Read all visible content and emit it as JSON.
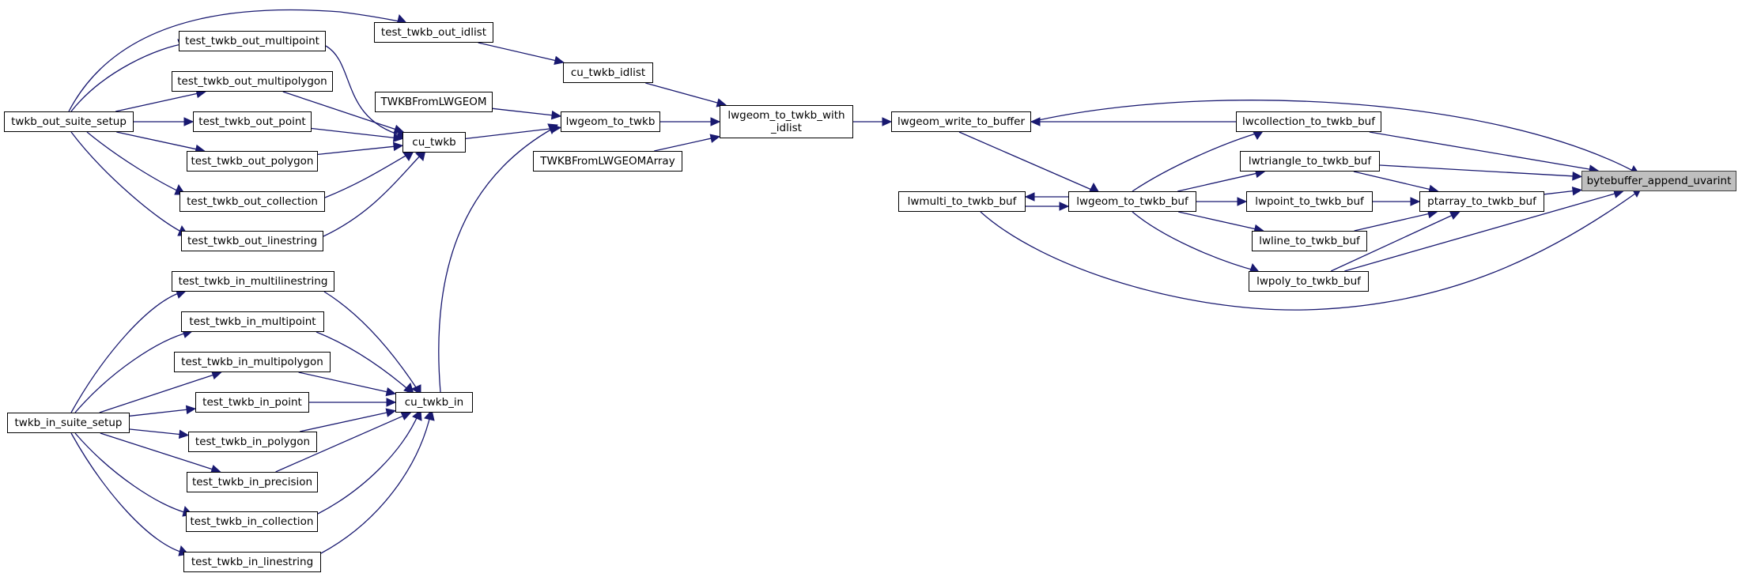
{
  "graph": {
    "edge_color": "#191970",
    "highlight_fill": "#bfbfbf",
    "nodes": [
      {
        "id": "bytebuffer_append_uvarint",
        "label": "bytebuffer_append_uvarint",
        "highlight": true
      },
      {
        "id": "lwcollection_to_twkb_buf",
        "label": "lwcollection_to_twkb_buf"
      },
      {
        "id": "lwtriangle_to_twkb_buf",
        "label": "lwtriangle_to_twkb_buf"
      },
      {
        "id": "ptarray_to_twkb_buf",
        "label": "ptarray_to_twkb_buf"
      },
      {
        "id": "lwpoint_to_twkb_buf",
        "label": "lwpoint_to_twkb_buf"
      },
      {
        "id": "lwline_to_twkb_buf",
        "label": "lwline_to_twkb_buf"
      },
      {
        "id": "lwpoly_to_twkb_buf",
        "label": "lwpoly_to_twkb_buf"
      },
      {
        "id": "lwgeom_write_to_buffer",
        "label": "lwgeom_write_to_buffer"
      },
      {
        "id": "lwmulti_to_twkb_buf",
        "label": "lwmulti_to_twkb_buf"
      },
      {
        "id": "lwgeom_to_twkb_buf",
        "label": "lwgeom_to_twkb_buf"
      },
      {
        "id": "lwgeom_to_twkb_with_idlist",
        "label": "lwgeom_to_twkb_with\n_idlist"
      },
      {
        "id": "cu_twkb_idlist",
        "label": "cu_twkb_idlist"
      },
      {
        "id": "lwgeom_to_twkb",
        "label": "lwgeom_to_twkb"
      },
      {
        "id": "TWKBFromLWGEOMArray",
        "label": "TWKBFromLWGEOMArray"
      },
      {
        "id": "test_twkb_out_idlist",
        "label": "test_twkb_out_idlist"
      },
      {
        "id": "TWKBFromLWGEOM",
        "label": "TWKBFromLWGEOM"
      },
      {
        "id": "cu_twkb",
        "label": "cu_twkb"
      },
      {
        "id": "cu_twkb_in",
        "label": "cu_twkb_in"
      },
      {
        "id": "test_twkb_out_multipoint",
        "label": "test_twkb_out_multipoint"
      },
      {
        "id": "test_twkb_out_multipolygon",
        "label": "test_twkb_out_multipolygon"
      },
      {
        "id": "test_twkb_out_point",
        "label": "test_twkb_out_point"
      },
      {
        "id": "test_twkb_out_polygon",
        "label": "test_twkb_out_polygon"
      },
      {
        "id": "test_twkb_out_collection",
        "label": "test_twkb_out_collection"
      },
      {
        "id": "test_twkb_out_linestring",
        "label": "test_twkb_out_linestring"
      },
      {
        "id": "twkb_out_suite_setup",
        "label": "twkb_out_suite_setup"
      },
      {
        "id": "test_twkb_in_multilinestring",
        "label": "test_twkb_in_multilinestring"
      },
      {
        "id": "test_twkb_in_multipoint",
        "label": "test_twkb_in_multipoint"
      },
      {
        "id": "test_twkb_in_multipolygon",
        "label": "test_twkb_in_multipolygon"
      },
      {
        "id": "test_twkb_in_point",
        "label": "test_twkb_in_point"
      },
      {
        "id": "test_twkb_in_polygon",
        "label": "test_twkb_in_polygon"
      },
      {
        "id": "test_twkb_in_precision",
        "label": "test_twkb_in_precision"
      },
      {
        "id": "test_twkb_in_collection",
        "label": "test_twkb_in_collection"
      },
      {
        "id": "test_twkb_in_linestring",
        "label": "test_twkb_in_linestring"
      },
      {
        "id": "twkb_in_suite_setup",
        "label": "twkb_in_suite_setup"
      }
    ],
    "edges": [
      {
        "from": "lwcollection_to_twkb_buf",
        "to": "bytebuffer_append_uvarint"
      },
      {
        "from": "lwtriangle_to_twkb_buf",
        "to": "bytebuffer_append_uvarint"
      },
      {
        "from": "ptarray_to_twkb_buf",
        "to": "bytebuffer_append_uvarint"
      },
      {
        "from": "lwpoly_to_twkb_buf",
        "to": "bytebuffer_append_uvarint"
      },
      {
        "from": "lwgeom_write_to_buffer",
        "to": "bytebuffer_append_uvarint"
      },
      {
        "from": "lwmulti_to_twkb_buf",
        "to": "bytebuffer_append_uvarint"
      },
      {
        "from": "lwtriangle_to_twkb_buf",
        "to": "ptarray_to_twkb_buf"
      },
      {
        "from": "lwpoint_to_twkb_buf",
        "to": "ptarray_to_twkb_buf"
      },
      {
        "from": "lwline_to_twkb_buf",
        "to": "ptarray_to_twkb_buf"
      },
      {
        "from": "lwpoly_to_twkb_buf",
        "to": "ptarray_to_twkb_buf"
      },
      {
        "from": "lwcollection_to_twkb_buf",
        "to": "lwgeom_write_to_buffer"
      },
      {
        "from": "lwgeom_to_twkb_buf",
        "to": "lwcollection_to_twkb_buf"
      },
      {
        "from": "lwgeom_to_twkb_buf",
        "to": "lwtriangle_to_twkb_buf"
      },
      {
        "from": "lwgeom_to_twkb_buf",
        "to": "lwpoint_to_twkb_buf"
      },
      {
        "from": "lwgeom_to_twkb_buf",
        "to": "lwline_to_twkb_buf"
      },
      {
        "from": "lwgeom_to_twkb_buf",
        "to": "lwpoly_to_twkb_buf"
      },
      {
        "from": "lwgeom_to_twkb_buf",
        "to": "lwmulti_to_twkb_buf"
      },
      {
        "from": "lwmulti_to_twkb_buf",
        "to": "lwgeom_to_twkb_buf"
      },
      {
        "from": "lwgeom_write_to_buffer",
        "to": "lwgeom_to_twkb_buf"
      },
      {
        "from": "lwgeom_to_twkb_with_idlist",
        "to": "lwgeom_write_to_buffer"
      },
      {
        "from": "cu_twkb_idlist",
        "to": "lwgeom_to_twkb_with_idlist"
      },
      {
        "from": "lwgeom_to_twkb",
        "to": "lwgeom_to_twkb_with_idlist"
      },
      {
        "from": "TWKBFromLWGEOMArray",
        "to": "lwgeom_to_twkb_with_idlist"
      },
      {
        "from": "test_twkb_out_idlist",
        "to": "cu_twkb_idlist"
      },
      {
        "from": "TWKBFromLWGEOM",
        "to": "lwgeom_to_twkb"
      },
      {
        "from": "cu_twkb",
        "to": "lwgeom_to_twkb"
      },
      {
        "from": "cu_twkb_in",
        "to": "lwgeom_to_twkb"
      },
      {
        "from": "twkb_out_suite_setup",
        "to": "test_twkb_out_idlist"
      },
      {
        "from": "test_twkb_out_multipoint",
        "to": "cu_twkb"
      },
      {
        "from": "test_twkb_out_multipolygon",
        "to": "cu_twkb"
      },
      {
        "from": "test_twkb_out_point",
        "to": "cu_twkb"
      },
      {
        "from": "test_twkb_out_polygon",
        "to": "cu_twkb"
      },
      {
        "from": "test_twkb_out_collection",
        "to": "cu_twkb"
      },
      {
        "from": "test_twkb_out_linestring",
        "to": "cu_twkb"
      },
      {
        "from": "twkb_out_suite_setup",
        "to": "test_twkb_out_multipoint"
      },
      {
        "from": "twkb_out_suite_setup",
        "to": "test_twkb_out_multipolygon"
      },
      {
        "from": "twkb_out_suite_setup",
        "to": "test_twkb_out_point"
      },
      {
        "from": "twkb_out_suite_setup",
        "to": "test_twkb_out_polygon"
      },
      {
        "from": "twkb_out_suite_setup",
        "to": "test_twkb_out_collection"
      },
      {
        "from": "twkb_out_suite_setup",
        "to": "test_twkb_out_linestring"
      },
      {
        "from": "test_twkb_in_multilinestring",
        "to": "cu_twkb_in"
      },
      {
        "from": "test_twkb_in_multipoint",
        "to": "cu_twkb_in"
      },
      {
        "from": "test_twkb_in_multipolygon",
        "to": "cu_twkb_in"
      },
      {
        "from": "test_twkb_in_point",
        "to": "cu_twkb_in"
      },
      {
        "from": "test_twkb_in_polygon",
        "to": "cu_twkb_in"
      },
      {
        "from": "test_twkb_in_precision",
        "to": "cu_twkb_in"
      },
      {
        "from": "test_twkb_in_collection",
        "to": "cu_twkb_in"
      },
      {
        "from": "test_twkb_in_linestring",
        "to": "cu_twkb_in"
      },
      {
        "from": "twkb_in_suite_setup",
        "to": "test_twkb_in_multilinestring"
      },
      {
        "from": "twkb_in_suite_setup",
        "to": "test_twkb_in_multipoint"
      },
      {
        "from": "twkb_in_suite_setup",
        "to": "test_twkb_in_multipolygon"
      },
      {
        "from": "twkb_in_suite_setup",
        "to": "test_twkb_in_point"
      },
      {
        "from": "twkb_in_suite_setup",
        "to": "test_twkb_in_polygon"
      },
      {
        "from": "twkb_in_suite_setup",
        "to": "test_twkb_in_precision"
      },
      {
        "from": "twkb_in_suite_setup",
        "to": "test_twkb_in_collection"
      },
      {
        "from": "twkb_in_suite_setup",
        "to": "test_twkb_in_linestring"
      }
    ]
  }
}
